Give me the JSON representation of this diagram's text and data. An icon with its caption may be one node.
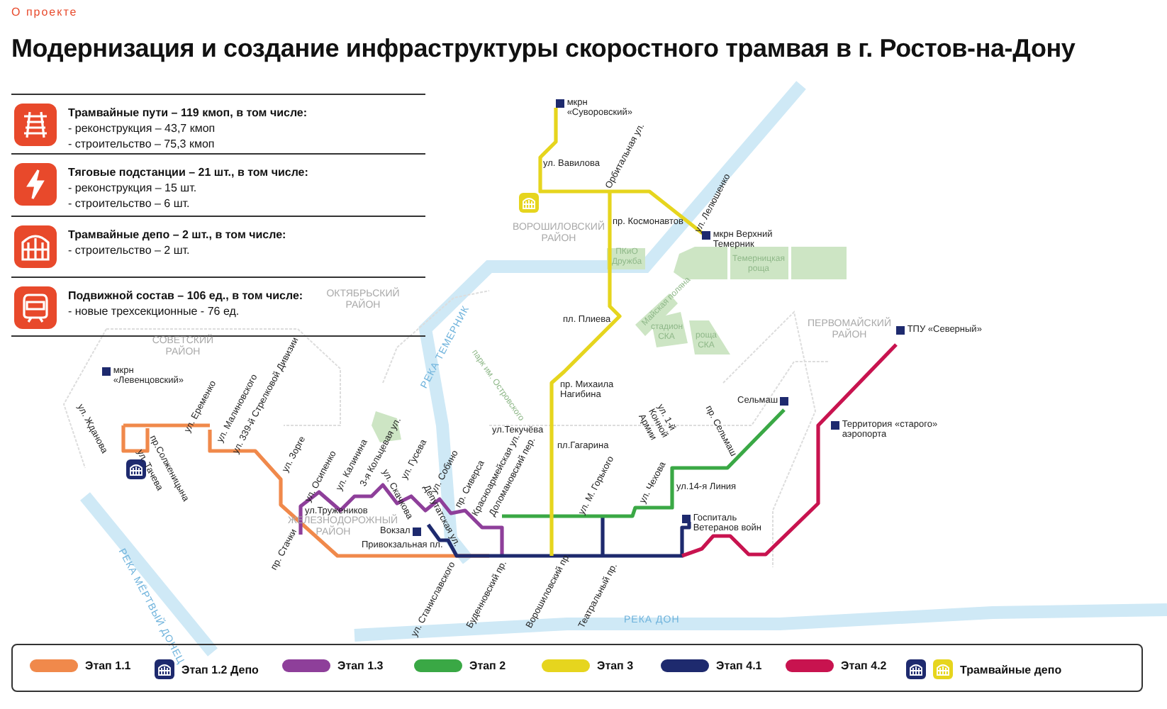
{
  "diagram": {
    "title": "Модернизация и создание инфраструктуры скоростного трамвая в г. Ростов-на-Дону",
    "nodes": [
      {
        "text": [
          "Трамвайные пути – 119 кмоп, в том числе:",
          "- реконструкция – 43,7 кмоп",
          "- строительство – 75,3 кмоп"
        ]
      },
      {
        "text": [
          "Тяговые подстанции – 21 шт.,  в том числе:",
          "- реконструкция – 15 шт.",
          "- строительство – 6 шт."
        ]
      },
      {
        "text": [
          "Трамвайные депо – 2 шт., в том числе:",
          "- строительство – 2 шт."
        ]
      },
      {
        "text": [
          "Подвижной состав – 106 ед., в том числе:",
          "- новые  трехсекционные - 76 ед."
        ]
      }
    ],
    "labels": [
      "О проекте",
      "мкрн «Суворовский»",
      "ул. Вавилова",
      "Орбитальная ул.",
      "ВОРОШИЛОВСКИЙ РАЙОН",
      "пр. Космонавтов",
      "ул. Лелюшенко",
      "мкрн Верхний Темерник",
      "ПКиО Дружба",
      "Темерницкая роща",
      "пл. Плиева",
      "Майская поляна",
      "стадион СКА",
      "роща СКА",
      "ПЕРВОМАЙСКИЙ РАЙОН",
      "ТПУ «Северный»",
      "ОКТЯБРЬСКИЙ РАЙОН",
      "РЕКА ТЕМЕРНИК",
      "СОВЕТСКИЙ РАЙОН",
      "мкрн «Левенцовский»",
      "ул. Жданова",
      "ул. Еременко",
      "ул. Малиновского",
      "ул. 339-й Стрелковой Дивизии",
      "пр.Солженицына",
      "ул. Тачева",
      "ул. Зорге",
      "ул. Осипенко",
      "ул. Калинина",
      "3-я Кольцевая ул.",
      "ул. Гусева",
      "ул. Скачкова",
      "ул. Собино",
      "ул.Тружеников",
      "ЖЕЛЕЗНОДОРОЖНЫЙ РАЙОН",
      "Вокзал",
      "Привокзальная пл.",
      "пр. Стачки",
      "Депутатская ул.",
      "пр. Сиверса",
      "Красноармейская ул.",
      "Доломановский пер.",
      "ул. Станиславского",
      "Буденновский пр.",
      "Ворошиловский пр.",
      "Театральный пр.",
      "парк им. Островского",
      "ул.Текучёва",
      "пр. Михаила Нагибина",
      "пл.Гагарина",
      "ул. М. Горького",
      "ул. Чехова",
      "ул. 1-й Конной Армии",
      "пр. Сельмаш",
      "Сельмаш",
      "ул.14-я Линия",
      "Госпиталь Ветеранов войн",
      "Территория «старого» аэропорта",
      "РЕКА МЁРТВЫЙ ДОНЕЦ",
      "РЕКА ДОН"
    ],
    "legend": [
      {
        "text": "Этап 1.1",
        "color": "#f0894b"
      },
      {
        "text": "Этап 1.2 Депо"
      },
      {
        "text": "Этап 1.3",
        "color": "#8e3f9a"
      },
      {
        "text": "Этап 2",
        "color": "#3aa845"
      },
      {
        "text": "Этап 3",
        "color": "#e6d51e"
      },
      {
        "text": "Этап 4.1",
        "color": "#1e2a6e"
      },
      {
        "text": "Этап 4.2",
        "color": "#c8134f"
      },
      {
        "text": "Трамвайные депо"
      }
    ]
  }
}
